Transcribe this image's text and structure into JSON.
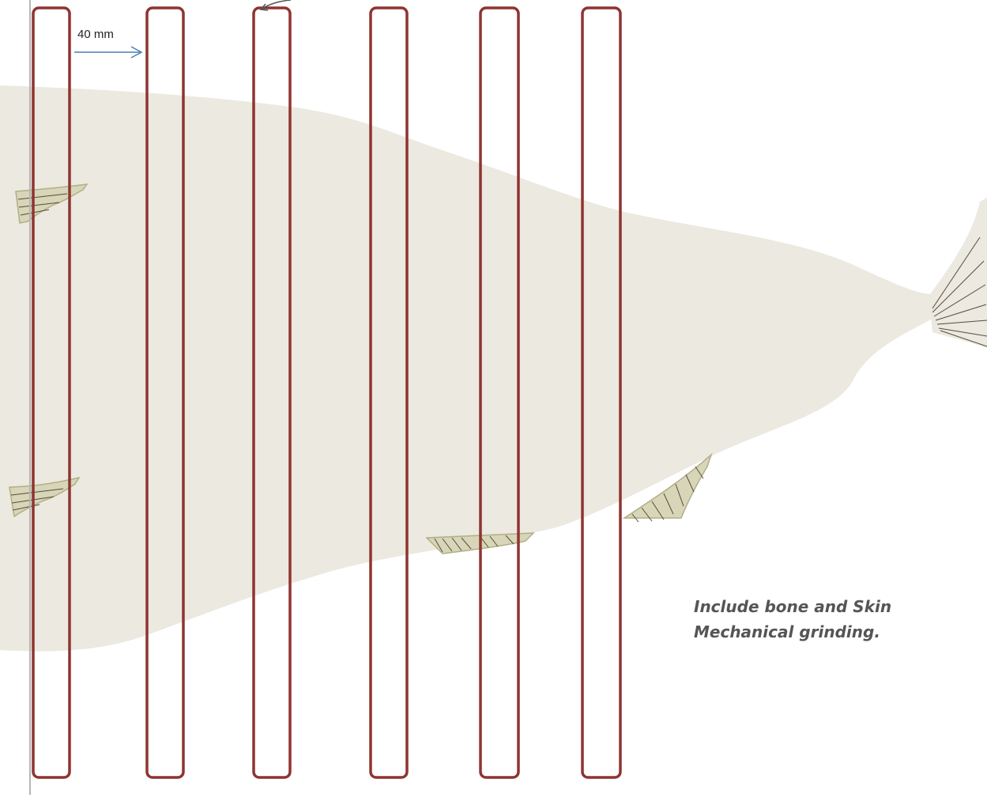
{
  "labels": {
    "measurement": "40 mm",
    "note_line_1": "Include bone and Skin",
    "note_line_2": "Mechanical grinding."
  },
  "colors": {
    "fish_body": "#ebe9e0",
    "fin_fill": "#d7d6b8",
    "fin_stroke": "#b3ae86",
    "fin_rays": "#5b4a3a",
    "slice_outline": "#8f3431",
    "arrow": "#4a7fb5",
    "note_text": "#555555",
    "reference_line": "#b5b5b5"
  },
  "icons": {
    "fish": "fish-silhouette-icon",
    "measurement_arrow": "right-arrow-icon",
    "callout_arrow": "curved-arrow-icon"
  },
  "slice_count": 6
}
